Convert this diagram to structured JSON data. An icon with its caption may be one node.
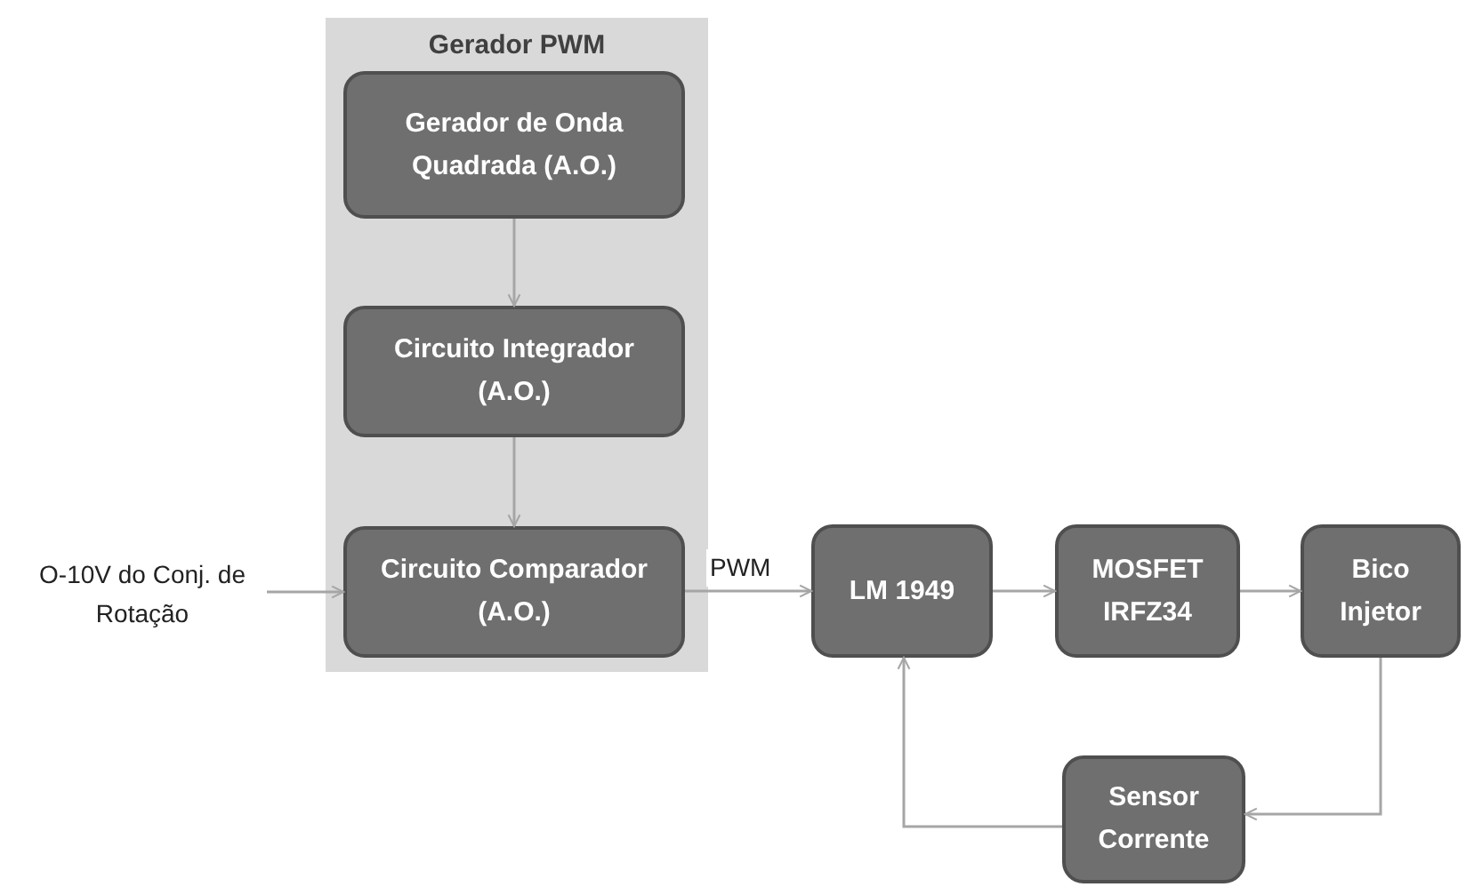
{
  "diagram": {
    "nodes": [
      {
        "text": [
          "Gerador PWM"
        ]
      },
      {
        "text": [
          "Gerador de Onda Quadrada (A.O.)"
        ],
        "in": 0
      },
      {
        "text": [
          "Circuito Integrador (A.O.)"
        ],
        "in": 0
      },
      {
        "text": [
          "Circuito Comparador (A.O.)"
        ],
        "in": 0
      },
      {
        "text": [
          "O-10V do Conj. de Rotação"
        ]
      },
      {
        "text": [
          "LM 1949"
        ]
      },
      {
        "text": [
          "MOSFET IRFZ34"
        ]
      },
      {
        "text": [
          "Bico Injetor"
        ]
      },
      {
        "text": [
          "Sensor Corrente"
        ]
      }
    ],
    "edges": [
      {
        "from": 1,
        "to": 2,
        "arrow": "to"
      },
      {
        "from": 2,
        "to": 3,
        "arrow": "to"
      },
      {
        "from": 4,
        "to": 3,
        "arrow": "to"
      },
      {
        "from": 3,
        "to": 5,
        "arrow": "to",
        "label": "PWM"
      },
      {
        "from": 5,
        "to": 6,
        "arrow": "to"
      },
      {
        "from": 6,
        "to": 7,
        "arrow": "to"
      },
      {
        "from": 7,
        "to": 8,
        "arrow": "to"
      },
      {
        "from": 8,
        "to": 5,
        "arrow": "to"
      }
    ]
  }
}
